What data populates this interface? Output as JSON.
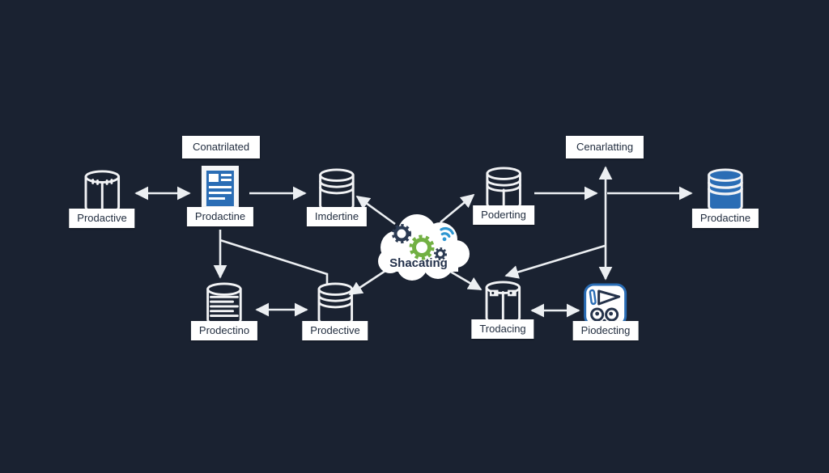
{
  "diagram": {
    "title": "",
    "colors": {
      "background": "#1a2231",
      "line": "#eceff2",
      "node_white": "#f2f3f5",
      "accent_blue": "#2a6db5",
      "gear_green": "#72b043",
      "wifi_teal": "#2e96d1",
      "label_bg": "#ffffff",
      "label_text": "#1f2b3d"
    },
    "floating_labels": [
      {
        "id": "conatrilated",
        "text": "Conatrilated"
      },
      {
        "id": "cenarlatting",
        "text": "Cenarlatting"
      }
    ],
    "nodes": [
      {
        "id": "db-prodactive",
        "label": "Prodactive",
        "icon": "database-icon"
      },
      {
        "id": "doc-prodactine",
        "label": "Prodactine",
        "icon": "document-icon"
      },
      {
        "id": "db-imdertine",
        "label": "Imdertine",
        "icon": "database-icon"
      },
      {
        "id": "cloud-shacating",
        "label": "Shacating",
        "icon": "cloud-gears-icon"
      },
      {
        "id": "db-poderting",
        "label": "Poderting",
        "icon": "database-split-icon"
      },
      {
        "id": "db-prodactine-blue",
        "label": "Prodactine",
        "icon": "database-blue-icon"
      },
      {
        "id": "db-prodectino",
        "label": "Prodectino",
        "icon": "database-striped-icon"
      },
      {
        "id": "db-prodective",
        "label": "Prodective",
        "icon": "database-icon"
      },
      {
        "id": "db-trodacing",
        "label": "Trodacing",
        "icon": "database-split-icon"
      },
      {
        "id": "box-piodecting",
        "label": "Piodecting",
        "icon": "media-box-icon"
      }
    ],
    "edges": [
      {
        "from": "db-prodactive",
        "to": "doc-prodactine",
        "bidirectional": true
      },
      {
        "from": "doc-prodactine",
        "to": "db-imdertine",
        "bidirectional": false
      },
      {
        "from": "cloud-shacating",
        "to": "db-imdertine",
        "bidirectional": false
      },
      {
        "from": "cloud-shacating",
        "to": "db-poderting",
        "bidirectional": false
      },
      {
        "from": "cloud-shacating",
        "to": "db-prodective",
        "bidirectional": false
      },
      {
        "from": "cloud-shacating",
        "to": "db-trodacing",
        "bidirectional": false
      },
      {
        "from": "db-poderting",
        "to": "cenarlatting-line",
        "bidirectional": false
      },
      {
        "from": "cenarlatting-line",
        "to": "db-prodactine-blue",
        "bidirectional": false
      },
      {
        "from": "cenarlatting-line",
        "to": "cenarlatting",
        "bidirectional": false
      },
      {
        "from": "cenarlatting-line",
        "to": "box-piodecting",
        "bidirectional": false
      },
      {
        "from": "cenarlatting-line",
        "to": "db-trodacing",
        "bidirectional": false
      },
      {
        "from": "doc-prodactine",
        "to": "db-prodectino",
        "bidirectional": false
      },
      {
        "from": "doc-prodactine",
        "to": "db-prodective",
        "bidirectional": false
      },
      {
        "from": "db-prodectino",
        "to": "db-prodective",
        "bidirectional": true
      },
      {
        "from": "db-trodacing",
        "to": "box-piodecting",
        "bidirectional": true
      }
    ]
  }
}
